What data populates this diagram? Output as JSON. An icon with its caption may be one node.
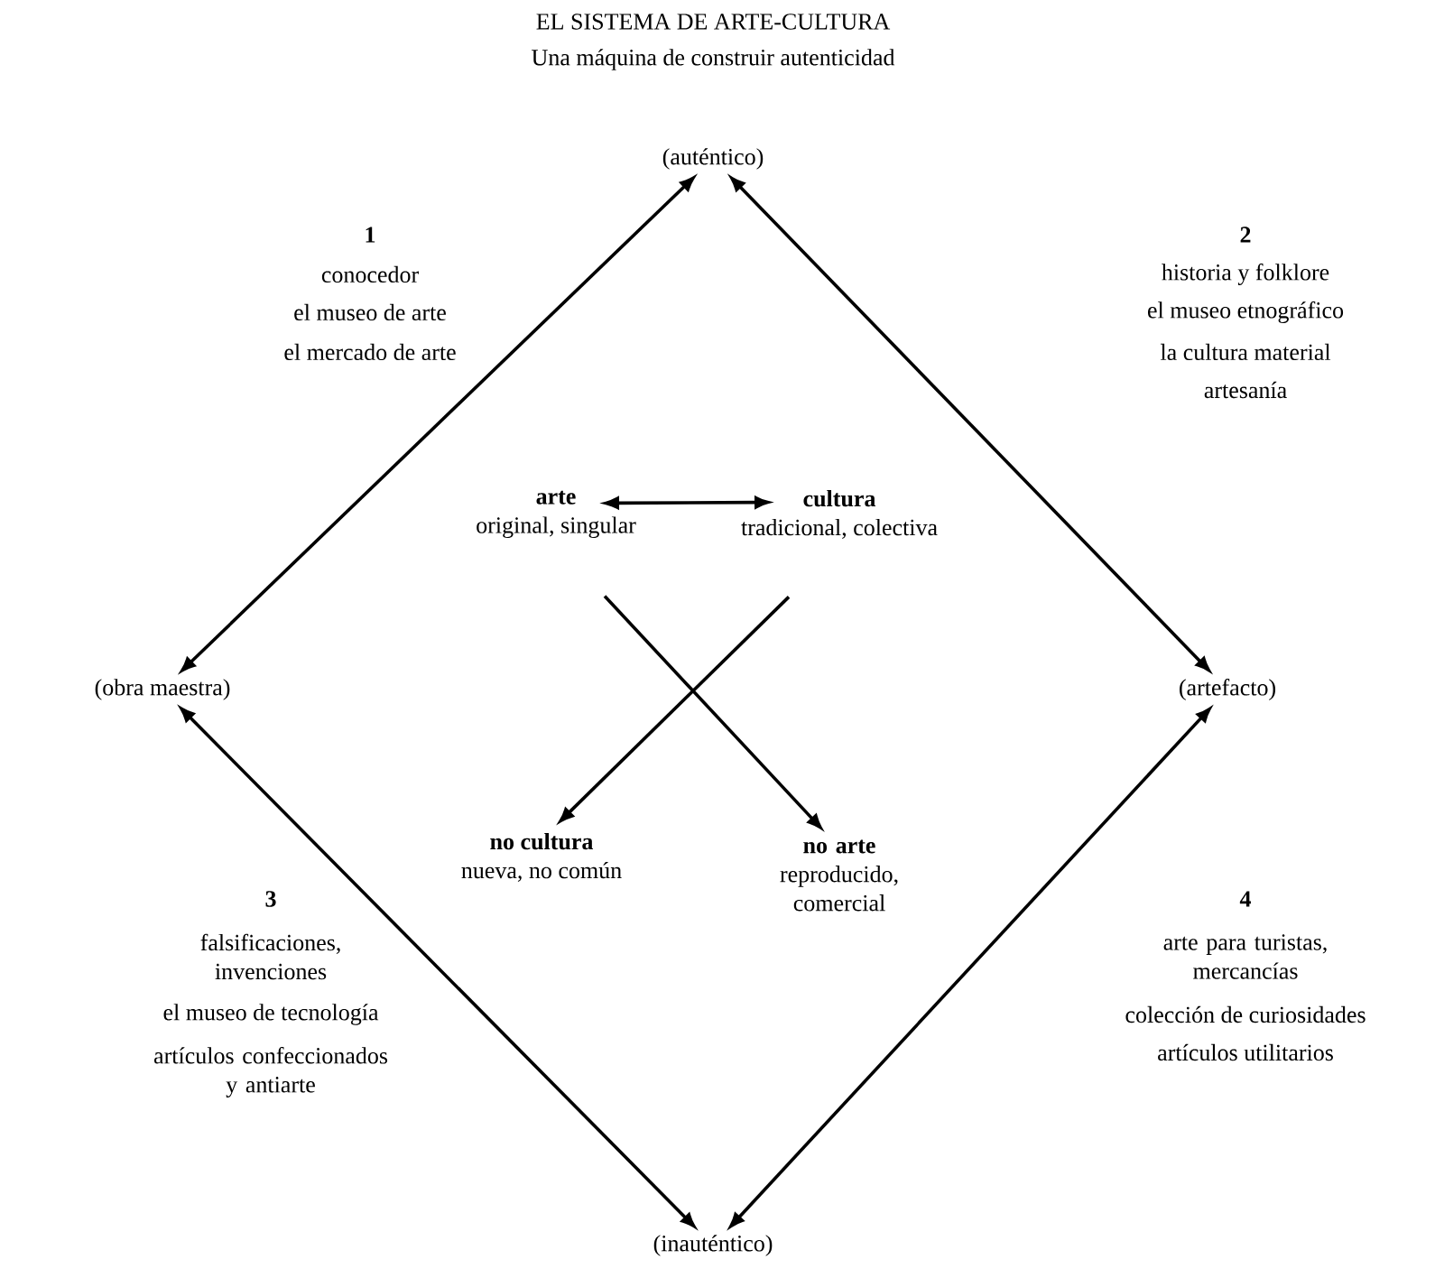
{
  "diagram": {
    "title": "EL SISTEMA DE ARTE-CULTURA",
    "nodes": [
      {
        "text": [
          "(auténtico)"
        ]
      },
      {
        "text": [
          "(obra maestra)"
        ]
      },
      {
        "text": [
          "(artefacto)"
        ]
      },
      {
        "text": [
          "(inauténtico)"
        ]
      },
      {
        "text": [
          "arte",
          "original, singular"
        ]
      },
      {
        "text": [
          "cultura",
          "tradicional, colectiva"
        ]
      },
      {
        "text": [
          "no cultura",
          "nueva, no común"
        ]
      },
      {
        "text": [
          "no arte",
          "reproducido, comercial"
        ]
      }
    ],
    "edges": [
      {
        "from": 0,
        "to": 1,
        "arrow": "both"
      },
      {
        "from": 0,
        "to": 2,
        "arrow": "both"
      },
      {
        "from": 1,
        "to": 3,
        "arrow": "both"
      },
      {
        "from": 2,
        "to": 3,
        "arrow": "both"
      },
      {
        "from": 4,
        "to": 5,
        "arrow": "both"
      },
      {
        "from": 4,
        "to": 7,
        "arrow": "to"
      },
      {
        "from": 5,
        "to": 6,
        "arrow": "to"
      }
    ],
    "labels": [
      "Una máquina de construir autenticidad",
      "1",
      "conocedor",
      "el museo de arte",
      "el mercado de arte",
      "2",
      "historia y folklore",
      "el museo etnográfico",
      "la cultura material",
      "artesanía",
      "3",
      "falsificaciones, invenciones",
      "el museo de tecnología",
      "artículos confeccionados y antiarte",
      "4",
      "arte para turistas, mercancías",
      "colección de curiosidades",
      "artículos utilitarios"
    ]
  }
}
